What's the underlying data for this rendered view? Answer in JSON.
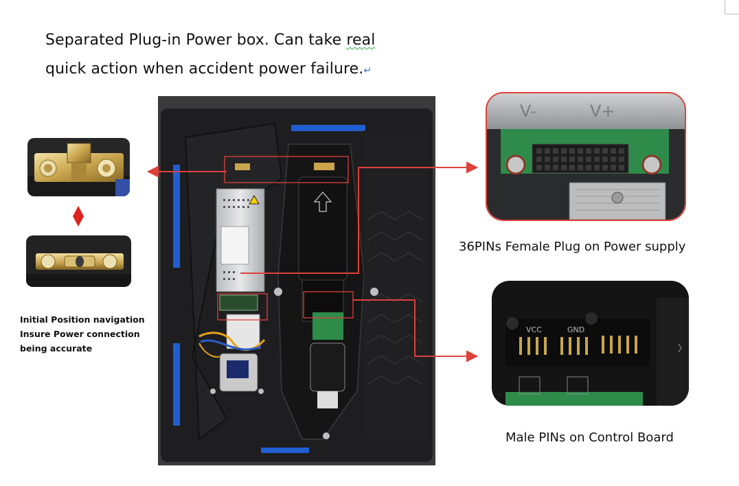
{
  "heading": {
    "line1_prefix": "Separated Plug-in Power box. Can take ",
    "line1_flagged": "real",
    "line2": "quick action when accident power failure.",
    "paragraph_mark": "↵"
  },
  "left_note": {
    "line1": "Initial Position navigation",
    "line2": "Insure Power connection",
    "line3": "being accurate"
  },
  "captions": {
    "female_plug": "36PINs Female Plug on Power supply",
    "male_pins": "Male PINs on Control Board"
  },
  "photo_labels": {
    "v_minus": "V-",
    "v_plus": "V+",
    "vcc": "VCC",
    "gnd": "GND"
  },
  "colors": {
    "callout_red": "#e0403a",
    "cabinet_black": "#1c1c1e",
    "magnet_blue": "#1f5fd1",
    "pcb_green": "#2e8b4a"
  }
}
